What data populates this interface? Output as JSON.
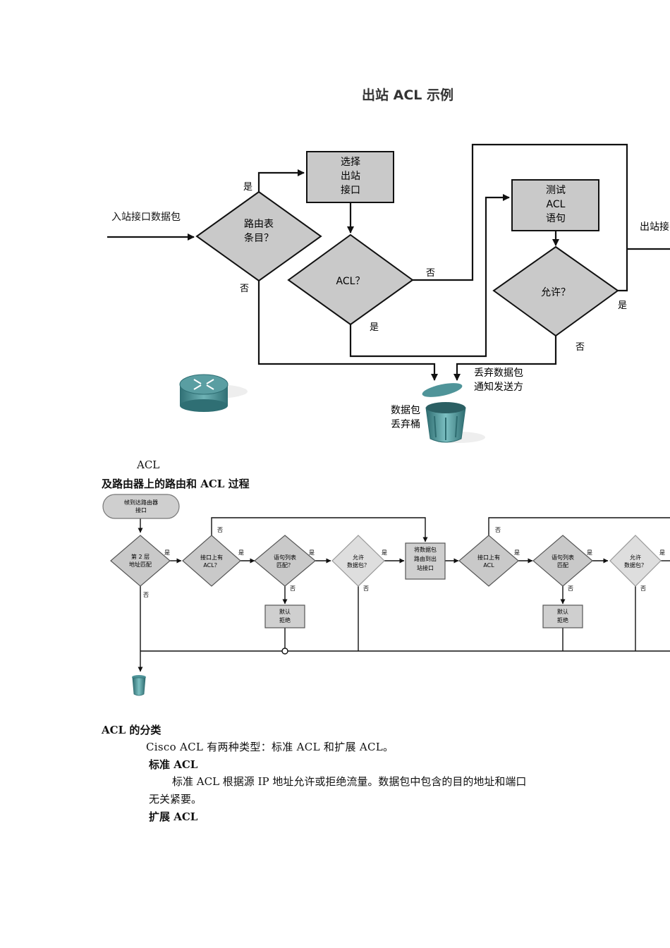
{
  "fig1": {
    "title": "出站 ACL 示例",
    "input_label": "入站接口数据包",
    "d1": [
      "路由表",
      "条目？"
    ],
    "d1_yes": "是",
    "d1_no": "否",
    "box_select": [
      "选择",
      "出站",
      "接口"
    ],
    "d2": "ACL？",
    "d2_no": "否",
    "d2_yes": "是",
    "box_test": [
      "测试",
      "ACL",
      "语句"
    ],
    "d3": "允许？",
    "d3_yes": "是",
    "d3_no": "否",
    "output_label": "出站接",
    "drop_note": [
      "丢弃数据包",
      "通知发送方"
    ],
    "bin_label": [
      "数据包",
      "丢弃桶"
    ]
  },
  "fig2": {
    "caption_line1": "ACL",
    "caption_line2": "及路由器上的路由和 ACL 过程",
    "start": [
      "帧到达路由器",
      "接口"
    ],
    "d_l2": [
      "第 2 层",
      "地址匹配"
    ],
    "d_in_acl": [
      "接口上有",
      "ACL？"
    ],
    "d_match1": [
      "语句列表",
      "匹配？"
    ],
    "d_permit1": [
      "允许",
      "数据包？"
    ],
    "box_route": [
      "将数据包",
      "路由到出",
      "站接口"
    ],
    "d_out_acl": [
      "接口上有",
      "ACL"
    ],
    "d_match2": [
      "语句列表",
      "匹配"
    ],
    "d_permit2": [
      "允许",
      "数据包？"
    ],
    "deny1": [
      "默认",
      "拒绝"
    ],
    "deny2": [
      "默认",
      "拒绝"
    ],
    "yes": "是",
    "no": "否"
  },
  "text": {
    "heading": "ACL 的分类",
    "p1": "Cisco ACL 有两种类型：标准 ACL 和扩展 ACL。",
    "h_std": "标准 ACL",
    "p_std_1": "标准 ACL 根据源 IP 地址允许或拒绝流量。数据包中包含的目的地址和端口",
    "p_std_2": "无关紧要。",
    "h_ext": "扩展 ACL"
  }
}
